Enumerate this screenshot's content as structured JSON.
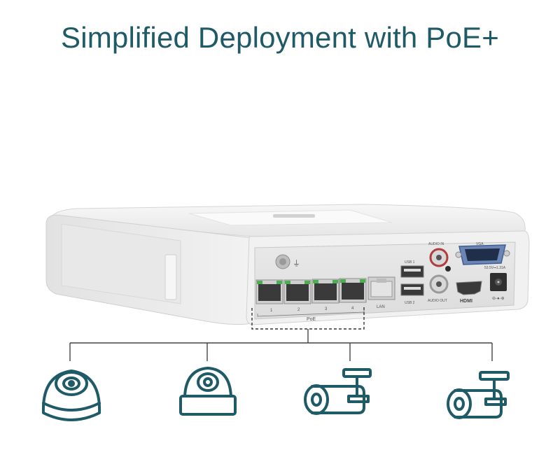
{
  "headline": "Simplified Deployment with PoE+",
  "device": {
    "port_numbers": [
      "1",
      "2",
      "3",
      "4"
    ],
    "poe_label": "PoE",
    "lan_label": "LAN",
    "usb1_label": "USB 1",
    "usb2_label": "USB 2",
    "audio_in_label": "AUDIO IN",
    "audio_out_label": "AUDIO OUT",
    "vga_label": "VGA",
    "hdmi_label": "HDMI",
    "power_label": "53.5V⎓1.31A"
  },
  "cameras": [
    {
      "type": "turret-camera-icon"
    },
    {
      "type": "dome-camera-icon"
    },
    {
      "type": "bullet-camera-icon"
    },
    {
      "type": "bullet-camera-icon"
    }
  ],
  "colors": {
    "headline": "#1f5b66",
    "icon_stroke": "#1f5b66",
    "connector": "#444444",
    "device_body": "#eeeeee",
    "port_green": "#4caf50"
  }
}
